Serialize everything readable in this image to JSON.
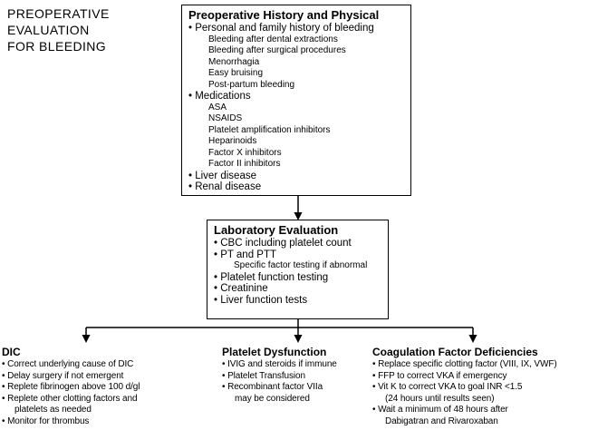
{
  "page_title": "PREOPERATIVE\nEVALUATION\nFOR BLEEDING",
  "bullet": "•",
  "colors": {
    "text": "#000000",
    "background": "#ffffff",
    "line": "#000000"
  },
  "history_box": {
    "header": "Preoperative History and Physical",
    "items": [
      {
        "level": 1,
        "text": "Personal and family history of bleeding"
      },
      {
        "level": 2,
        "text": "Bleeding after dental extractions"
      },
      {
        "level": 2,
        "text": "Bleeding after surgical procedures"
      },
      {
        "level": 2,
        "text": "Menorrhagia"
      },
      {
        "level": 2,
        "text": "Easy bruising"
      },
      {
        "level": 2,
        "text": "Post-partum bleeding"
      },
      {
        "level": 1,
        "text": "Medications"
      },
      {
        "level": 2,
        "text": "ASA"
      },
      {
        "level": 2,
        "text": "NSAIDS"
      },
      {
        "level": 2,
        "text": "Platelet amplification inhibitors"
      },
      {
        "level": 2,
        "text": "Heparinoids"
      },
      {
        "level": 2,
        "text": "Factor X inhibitors"
      },
      {
        "level": 2,
        "text": "Factor II inhibitors"
      },
      {
        "level": 1,
        "text": "Liver disease"
      },
      {
        "level": 1,
        "text": "Renal disease"
      }
    ]
  },
  "lab_box": {
    "header": "Laboratory Evaluation",
    "items": [
      {
        "level": 1,
        "text": "CBC including platelet count"
      },
      {
        "level": 1,
        "text": "PT and PTT"
      },
      {
        "level": 2,
        "text": "Specific factor testing if abnormal"
      },
      {
        "level": 1,
        "text": "Platelet function testing"
      },
      {
        "level": 1,
        "text": "Creatinine"
      },
      {
        "level": 1,
        "text": "Liver function tests"
      }
    ]
  },
  "branches": [
    {
      "header": "DIC",
      "items": [
        {
          "level": 1,
          "text": "Correct underlying cause of DIC"
        },
        {
          "level": 1,
          "text": "Delay surgery if not emergent"
        },
        {
          "level": 1,
          "text": "Replete fibrinogen above 100 d/gl"
        },
        {
          "level": 1,
          "text": "Replete other clotting factors and"
        },
        {
          "level": 2,
          "text": "platelets as needed"
        },
        {
          "level": 1,
          "text": "Monitor for thrombus"
        }
      ]
    },
    {
      "header": "Platelet Dysfunction",
      "items": [
        {
          "level": 1,
          "text": "IVIG and steroids if immune"
        },
        {
          "level": 1,
          "text": "Platelet Transfusion"
        },
        {
          "level": 1,
          "text": "Recombinant factor VIIa"
        },
        {
          "level": 2,
          "text": "may be considered"
        }
      ]
    },
    {
      "header": "Coagulation Factor Deficiencies",
      "items": [
        {
          "level": 1,
          "text": "Replace specific clotting factor (VIII, IX, VWF)"
        },
        {
          "level": 1,
          "text": "FFP to correct VKA if emergency"
        },
        {
          "level": 1,
          "text": "Vit K to correct VKA to goal INR <1.5"
        },
        {
          "level": 2,
          "text": "(24 hours until results seen)"
        },
        {
          "level": 1,
          "text": "Wait a minimum of 48 hours after"
        },
        {
          "level": 2,
          "text": "Dabigatran and Rivaroxaban"
        }
      ]
    }
  ]
}
